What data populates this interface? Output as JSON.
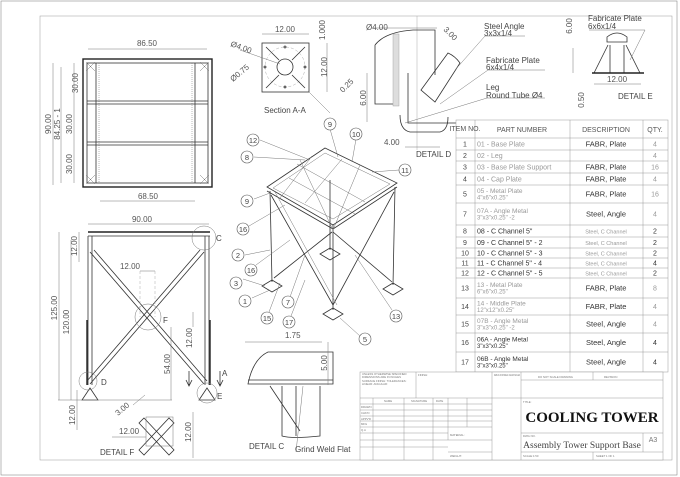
{
  "title_block": {
    "title": "COOLING TOWER",
    "drawing_name": "Assembly Tower Support Base",
    "sheet_size": "A3",
    "title_label": "TITLE:",
    "dwg_no_label": "DWG NO.",
    "scale_label": "SCALE:1:50",
    "sheet_label": "SHEET 1 OF 1",
    "material_label": "MATERIAL:",
    "weight_label": "WEIGHT:",
    "finish_label": "FINISH:",
    "notes_label": "UNLESS OTHERWISE SPECIFIED: DIMENSIONS ARE IN INCHES SURFACE FINISH: TOLERANCES: LINEAR: ANGULAR:",
    "deburr_label": "DEBUR AND BREAK SHARP EDGES",
    "do_not_scale_label": "DO NOT SCALE DRAWING",
    "revision_label": "REVISION",
    "name_col": "NAME",
    "signature_col": "SIGNATURE",
    "date_col": "DATE",
    "rows": [
      "DRAWN",
      "CHK'D",
      "APPV'D",
      "MFG",
      "Q.A"
    ]
  },
  "bom": {
    "headers": {
      "item": "ITEM NO.",
      "part": "PART NUMBER",
      "desc": "DESCRIPTION",
      "qty": "QTY."
    },
    "rows": [
      {
        "item": "1",
        "part": "01 - Base Plate",
        "part2": "",
        "desc": "FABR, Plate",
        "qty": "4"
      },
      {
        "item": "2",
        "part": "02 - Leg",
        "part2": "",
        "desc": "",
        "qty": "4"
      },
      {
        "item": "3",
        "part": "03 - Base Plate Support",
        "part2": "",
        "desc": "FABR, Plate",
        "qty": "16"
      },
      {
        "item": "4",
        "part": "04 - Cap Plate",
        "part2": "",
        "desc": "FABR, Plate",
        "qty": "4"
      },
      {
        "item": "5",
        "part": "05 - Metal Plate",
        "part2": "4\"x6\"x0.25\"",
        "desc": "FABR, Plate",
        "qty": "16"
      },
      {
        "item": "7",
        "part": "07A - Angle Metal",
        "part2": "3\"x3\"x0.25\" -2",
        "desc": "Steel, Angle",
        "qty": "4"
      },
      {
        "item": "8",
        "part": "08 - C Channel 5\"",
        "part2": "",
        "desc": "Steel, C Channel",
        "qty": "2"
      },
      {
        "item": "9",
        "part": "09 - C Channel 5\" - 2",
        "part2": "",
        "desc": "Steel, C Channel",
        "qty": "2"
      },
      {
        "item": "10",
        "part": "10 - C Channel 5\" - 3",
        "part2": "",
        "desc": "Steel, C Channel",
        "qty": "2"
      },
      {
        "item": "11",
        "part": "11 - C Channel 5\" - 4",
        "part2": "",
        "desc": "Steel, C Channel",
        "qty": "4"
      },
      {
        "item": "12",
        "part": "12 - C Channel 5\" - 5",
        "part2": "",
        "desc": "Steel, C Channel",
        "qty": "2"
      },
      {
        "item": "13",
        "part": "13 - Metal Plate",
        "part2": "6\"x6\"x0.25\"",
        "desc": "FABR, Plate",
        "qty": "8"
      },
      {
        "item": "14",
        "part": "14 - Middle Plate",
        "part2": "12\"x12\"x0.25\"",
        "desc": "FABR, Plate",
        "qty": "4"
      },
      {
        "item": "15",
        "part": "07B - Angle Metal",
        "part2": "3\"x3\"x0.25\" -2",
        "desc": "Steel, Angle",
        "qty": "4"
      },
      {
        "item": "16",
        "part": "06A - Angle Metal",
        "part2": "3\"x3\"x0.25\"",
        "desc": "Steel, Angle",
        "qty": "4"
      },
      {
        "item": "17",
        "part": "06B - Angle Metal",
        "part2": "3\"x3\"x0.25\"",
        "desc": "Steel, Angle",
        "qty": "4"
      }
    ]
  },
  "views": {
    "section_aa": {
      "label": "Section A-A",
      "w": "12.00",
      "h": "12.00",
      "t": "1.000",
      "d1": "Ø4.00",
      "d2": "Ø0.75",
      "off": "0.25"
    },
    "detail_d": {
      "label": "DETAIL D",
      "dia": "Ø4.00",
      "h": "6.00",
      "w": "4.00",
      "a": "3.00",
      "note1a": "Steel Angle",
      "note1b": "3x3x1/4",
      "note2a": "Fabricate Plate",
      "note2b": "6x4x1/4",
      "note3a": "Leg",
      "note3b": "Round Tube Ø4"
    },
    "detail_e": {
      "label": "DETAIL E",
      "h": "6.00",
      "w": "12.00",
      "t": "0.50",
      "note_a": "Fabricate Plate",
      "note_b": "6x6x1/4"
    },
    "detail_c": {
      "label": "DETAIL C",
      "w": "1.75",
      "h": "5.00",
      "note": "Grind Weld Flat"
    },
    "detail_f": {
      "label": "DETAIL F",
      "a": "3.00",
      "w": "12.00",
      "h": "12.00"
    },
    "top_view": {
      "w": "86.50",
      "h": "90.00",
      "h2": "84.25 - 1",
      "s1": "30.00",
      "s2": "30.00",
      "s3": "30.00",
      "bottom": "68.50"
    },
    "front_view": {
      "w": "90.00",
      "h": "125.00",
      "h2": "120.00",
      "top": "12.00",
      "mid": "12.00",
      "right": "12.00",
      "low": "54.00",
      "base": "12.00",
      "c": "C",
      "f": "F",
      "d": "D",
      "e": "E",
      "a": "A"
    }
  },
  "balloons": [
    "9",
    "10",
    "12",
    "8",
    "11",
    "9",
    "16",
    "2",
    "16",
    "3",
    "1",
    "15",
    "7",
    "17",
    "13",
    "5"
  ]
}
